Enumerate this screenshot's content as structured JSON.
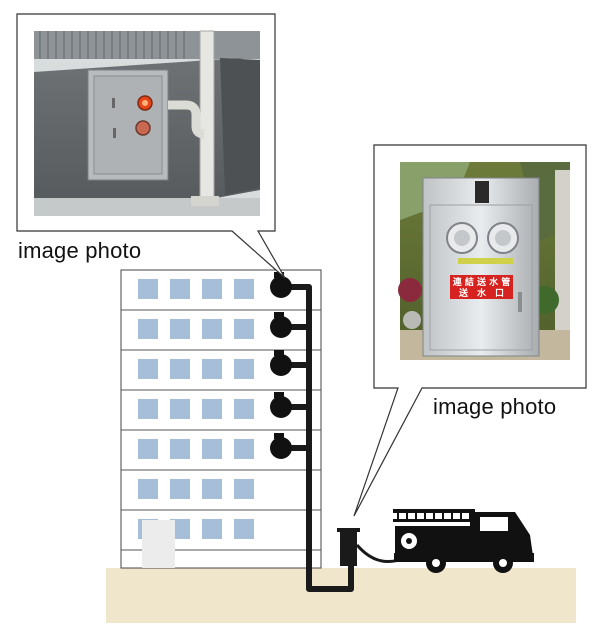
{
  "captions": {
    "top_left": "image photo",
    "right": "image photo"
  },
  "building": {
    "floors": 7,
    "windows_per_floor": 4,
    "outlet_floors": 5
  },
  "photo_left": {
    "subject": "wall-mounted hose outlet cabinet with indicator lamp"
  },
  "photo_right": {
    "subject": "stainless steel fire department siamese connection box",
    "sign_line1": "連 結 送 水 管",
    "sign_line2": "送　水　口"
  },
  "colors": {
    "window": "#a7bed9",
    "ground": "#efe6cc",
    "pipe": "#1a1a1a",
    "sign_red": "#d6231f"
  },
  "icons": [
    "fire-truck-icon",
    "hose-outlet-icon",
    "siamese-connection-icon"
  ]
}
